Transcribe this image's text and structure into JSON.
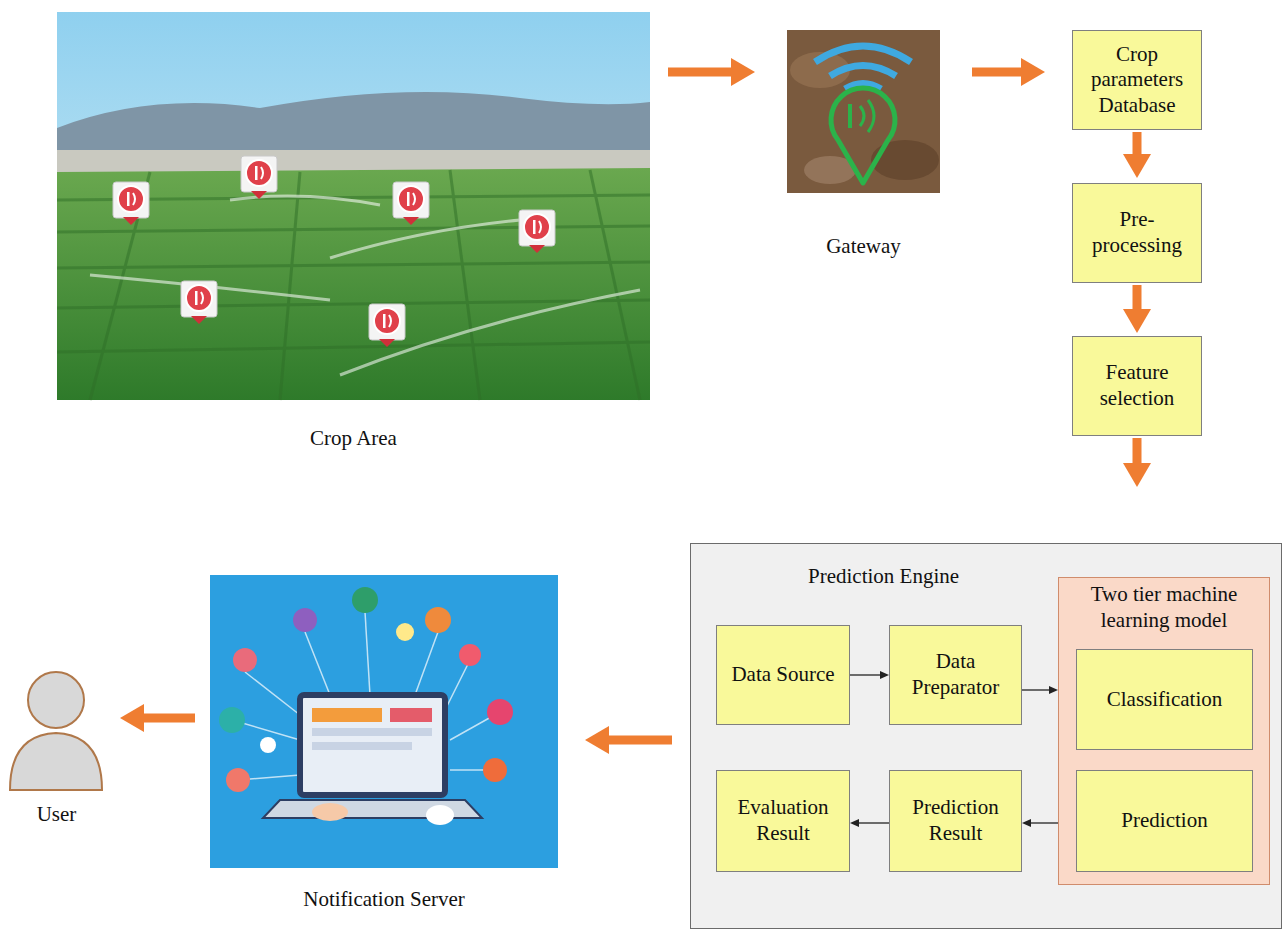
{
  "diagram": {
    "nodes": [
      {
        "text": [
          "Crop Area"
        ]
      },
      {
        "text": [
          "Gateway"
        ]
      },
      {
        "text": [
          "Crop parameters Database"
        ]
      },
      {
        "text": [
          "Pre- processing"
        ]
      },
      {
        "text": [
          "Feature selection"
        ]
      },
      {
        "text": [
          "Prediction Engine"
        ]
      },
      {
        "text": [
          "Data Source"
        ],
        "in": 5
      },
      {
        "text": [
          "Data Preparator"
        ],
        "in": 5
      },
      {
        "text": [
          "Two tier machine learning model"
        ],
        "in": 5
      },
      {
        "text": [
          "Classification"
        ],
        "in": 8
      },
      {
        "text": [
          "Prediction"
        ],
        "in": 8
      },
      {
        "text": [
          "Evaluation Result"
        ],
        "in": 5
      },
      {
        "text": [
          "Prediction Result"
        ],
        "in": 5
      },
      {
        "text": [
          "Notification Server"
        ]
      },
      {
        "text": [
          "User"
        ]
      }
    ],
    "edges": [
      {
        "from": 0,
        "to": 1,
        "arrow": "to"
      },
      {
        "from": 1,
        "to": 2,
        "arrow": "to"
      },
      {
        "from": 2,
        "to": 3,
        "arrow": "to"
      },
      {
        "from": 3,
        "to": 4,
        "arrow": "to"
      },
      {
        "from": 4,
        "to": 5,
        "arrow": "to"
      },
      {
        "from": 6,
        "to": 7,
        "arrow": "to"
      },
      {
        "from": 7,
        "to": 8,
        "arrow": "to"
      },
      {
        "from": 8,
        "to": 12,
        "arrow": "to"
      },
      {
        "from": 12,
        "to": 11,
        "arrow": "to"
      },
      {
        "from": 5,
        "to": 13,
        "arrow": "to"
      },
      {
        "from": 13,
        "to": 14,
        "arrow": "to"
      }
    ]
  }
}
